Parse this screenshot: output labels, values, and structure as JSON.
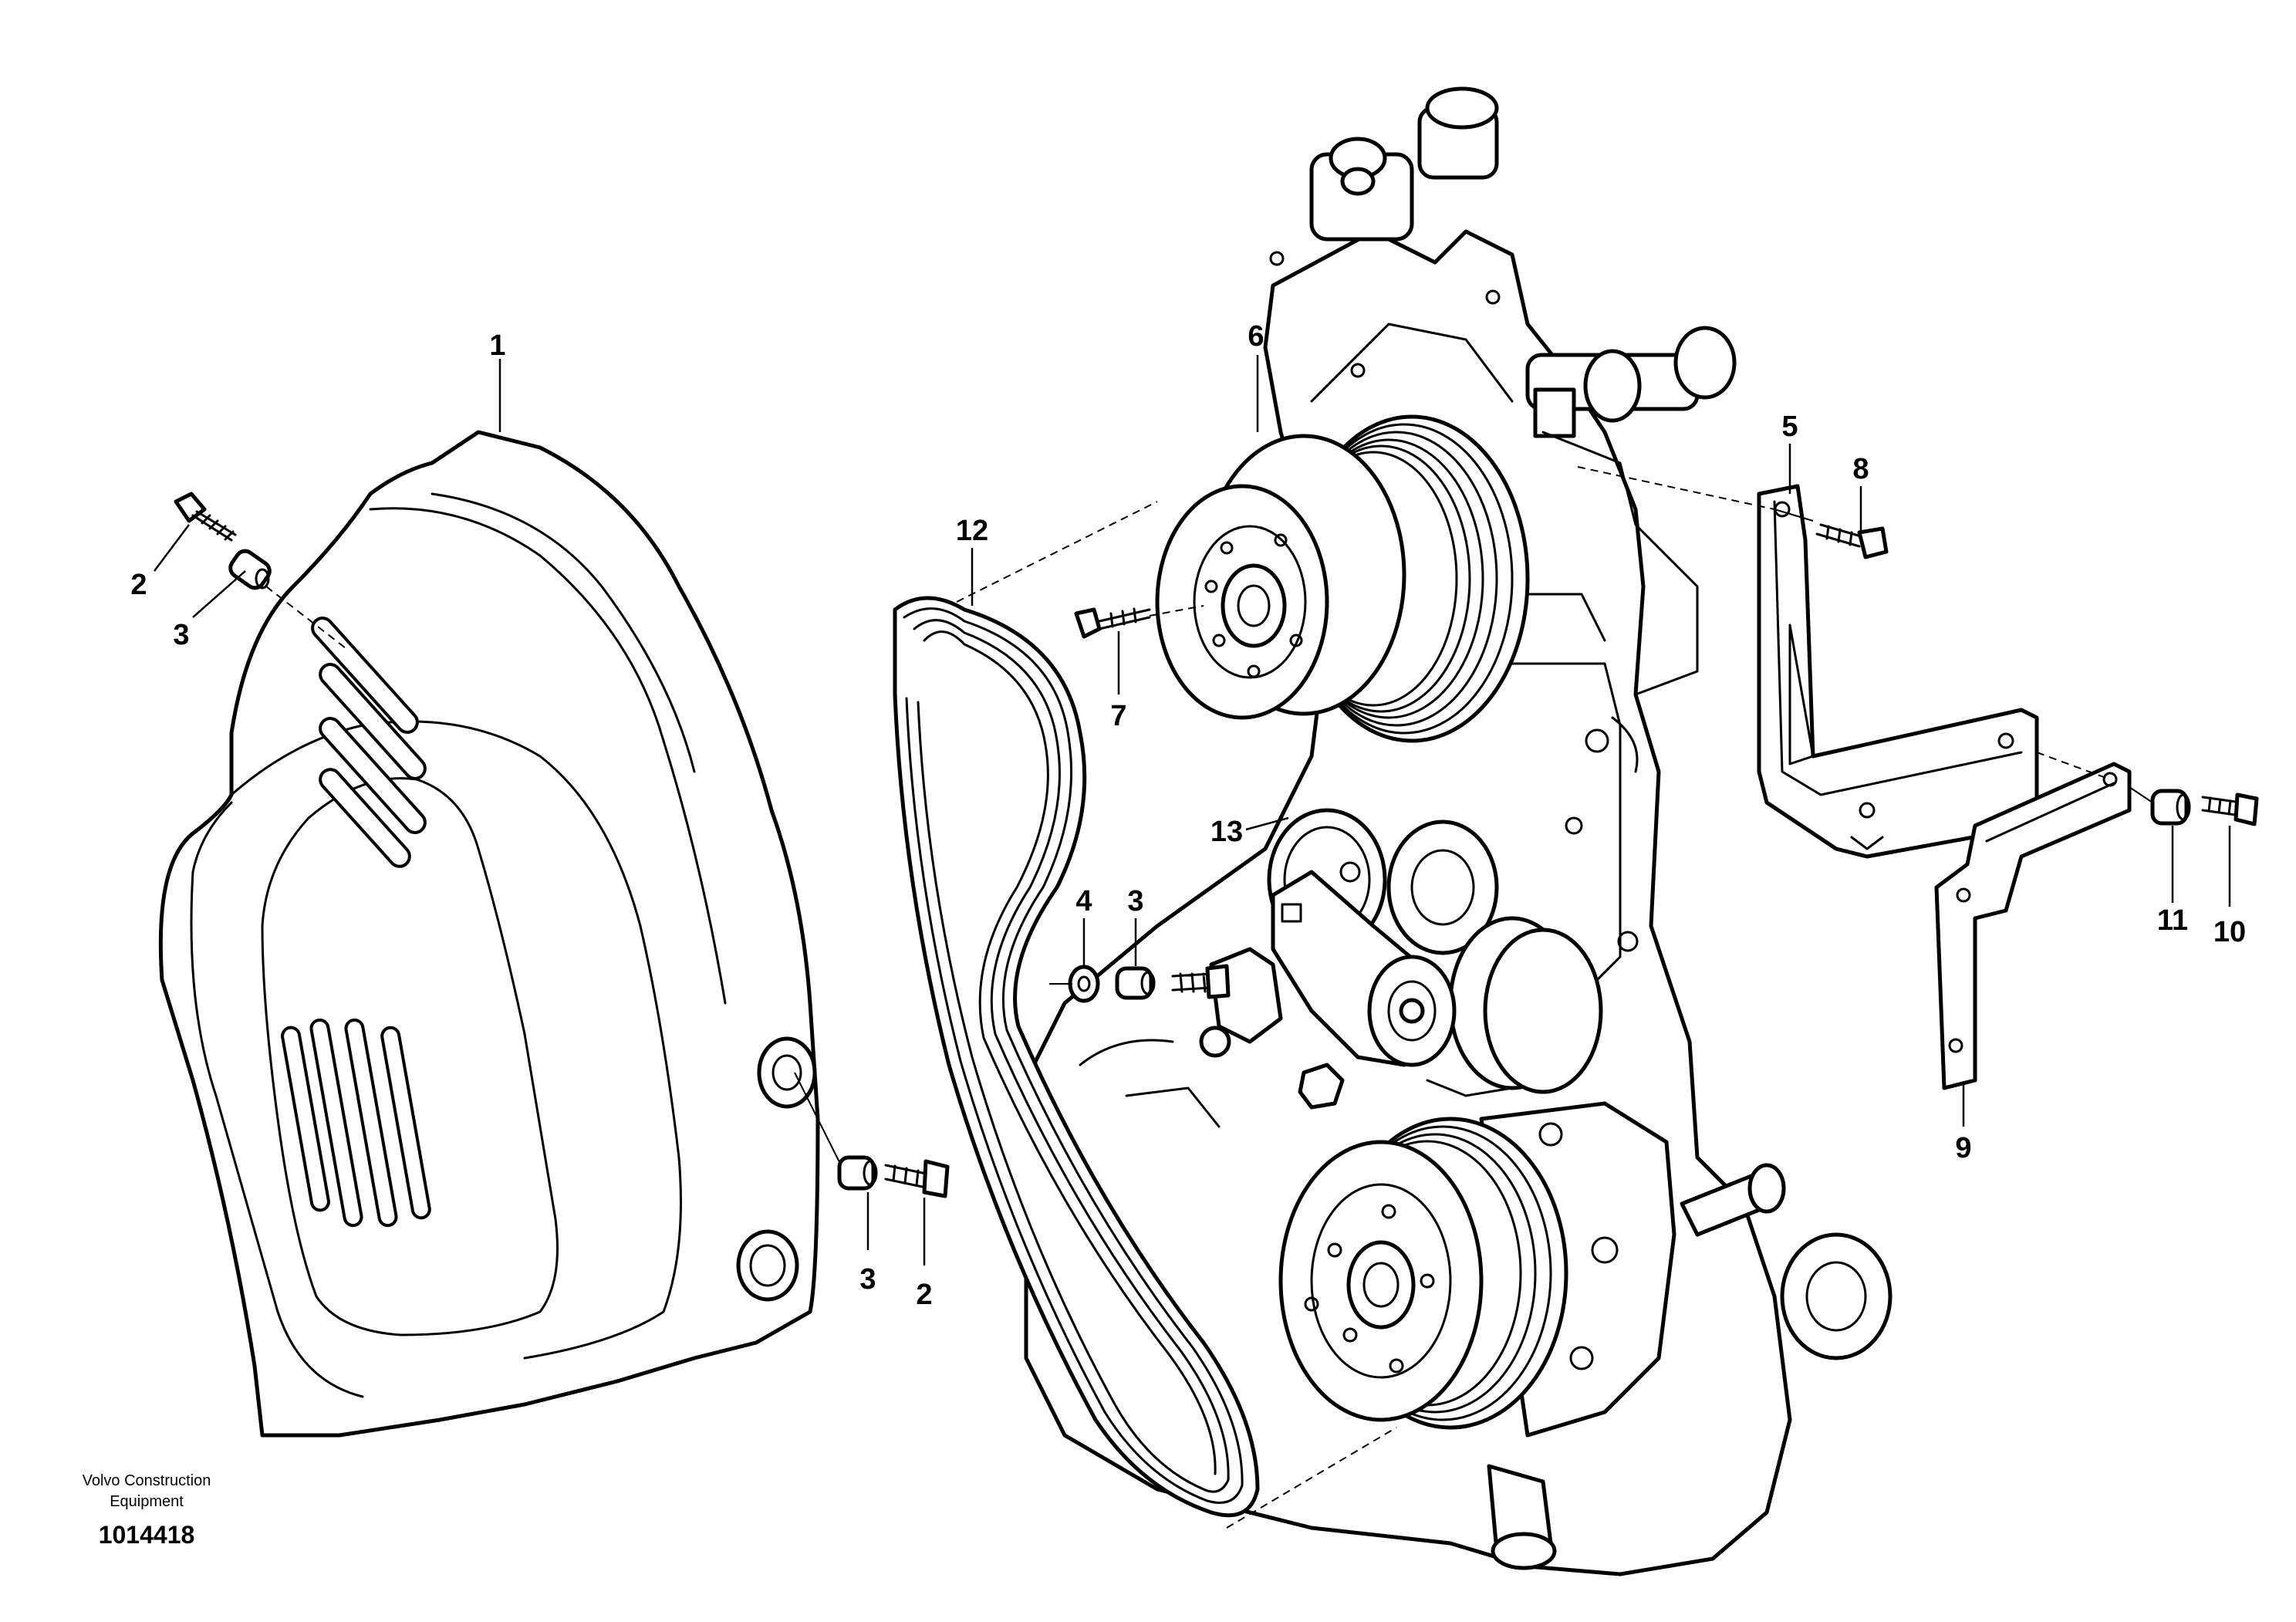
{
  "callouts": {
    "c1": "1",
    "c2a": "2",
    "c3a": "3",
    "c12": "12",
    "c6": "6",
    "c7": "7",
    "c5": "5",
    "c8": "8",
    "c13": "13",
    "c4": "4",
    "c3b": "3",
    "c11": "11",
    "c10": "10",
    "c9": "9",
    "c3c": "3",
    "c2b": "2"
  },
  "credit": {
    "line1": "Volvo Construction",
    "line2": "Equipment"
  },
  "document_number": "1014418"
}
